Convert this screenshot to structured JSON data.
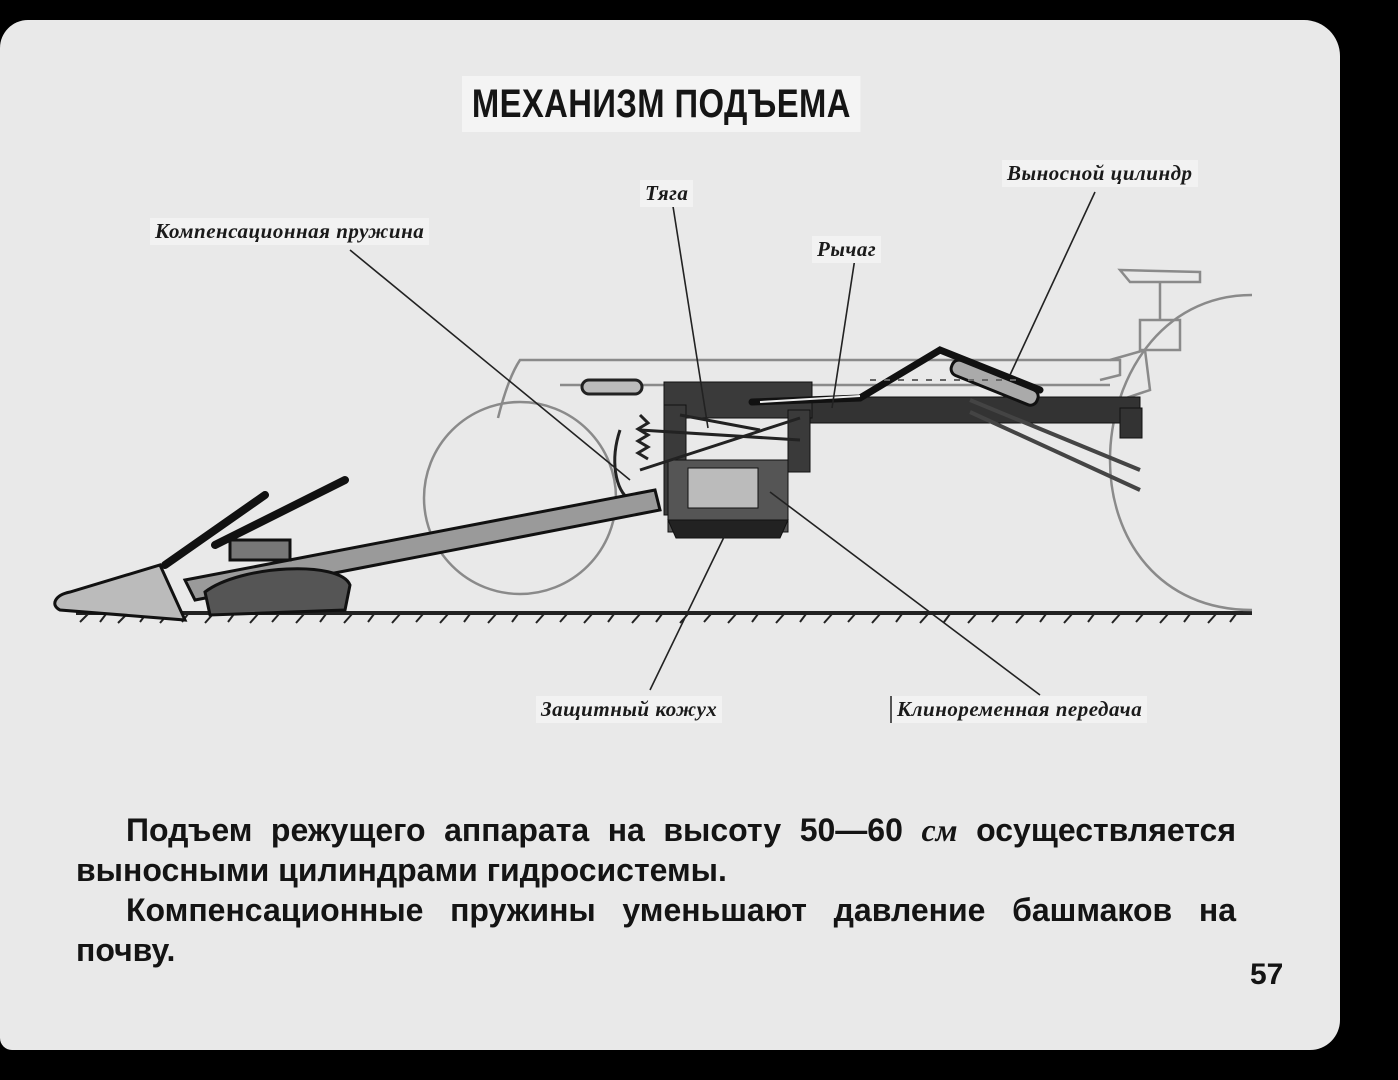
{
  "title": "МЕХАНИЗМ ПОДЪЕМА",
  "labels": {
    "spring": "Компенсационная пружина",
    "rod": "Тяга",
    "lever": "Рычаг",
    "cylinder": "Выносной цилиндр",
    "guard": "Защитный кожух",
    "belt": "Клиноременная передача"
  },
  "caption": {
    "p1_start": "Подъем режущего аппарата на высоту 50—60 ",
    "p1_unit": "см",
    "p1_end": " осуществляется выносными цилиндрами гидросистемы.",
    "p2": "Компенсационные пружины уменьшают давление башмаков на почву."
  },
  "page_number": "57"
}
